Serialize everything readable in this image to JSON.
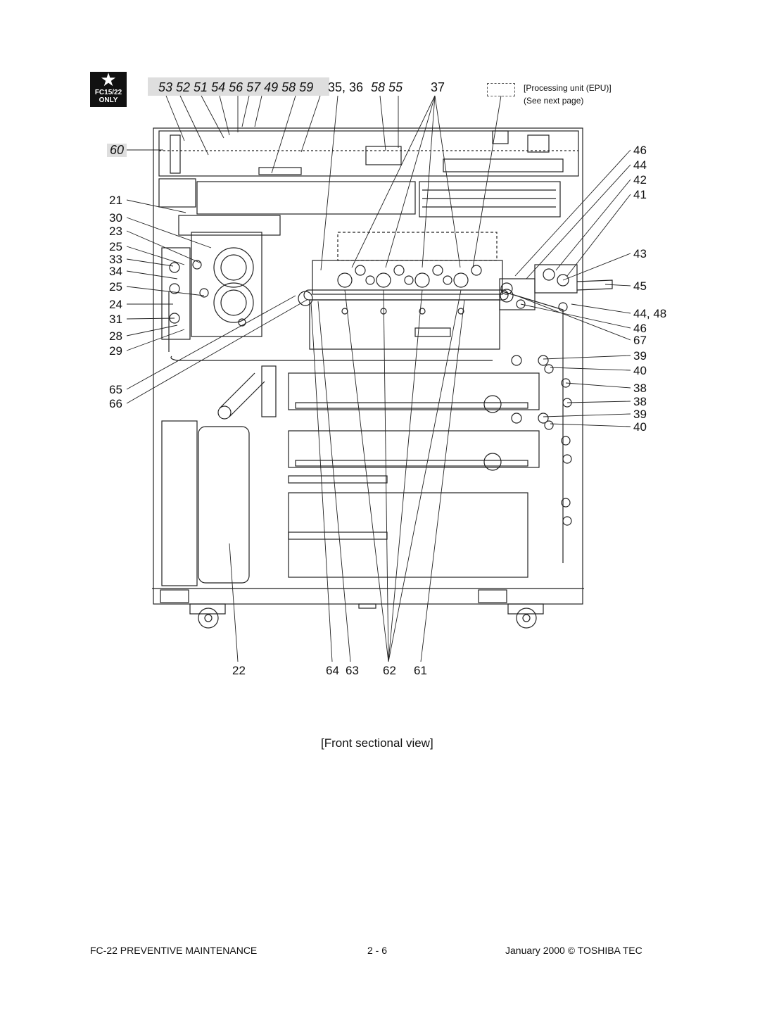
{
  "badge": {
    "model": "FC15/22",
    "only": "ONLY"
  },
  "top_callouts_italic": "53 52  51  54 56 57  49   58  59",
  "top_callout_3536": "35, 36",
  "top_callouts_italic_2": "58  55",
  "top_callout_37": "37",
  "epu_note": {
    "line1": "[Processing unit (EPU)]",
    "line2": "(See next page)"
  },
  "left_callout_60": "60",
  "left_callouts": [
    "21",
    "30",
    "23",
    "25",
    "33",
    "34",
    "25",
    "24",
    "31",
    "28",
    "29",
    "65",
    "66"
  ],
  "right_callouts": [
    "46",
    "44",
    "42",
    "41",
    "43",
    "45",
    "44, 48",
    "46",
    "67",
    "39",
    "40",
    "38",
    "38",
    "39",
    "40"
  ],
  "bottom_callouts": [
    "22",
    "64",
    "63",
    "62",
    "61"
  ],
  "caption": "[Front sectional view]",
  "footer": {
    "left": "FC-22 PREVENTIVE MAINTENANCE",
    "center": "2 - 6",
    "right": "January 2000  © TOSHIBA TEC"
  }
}
